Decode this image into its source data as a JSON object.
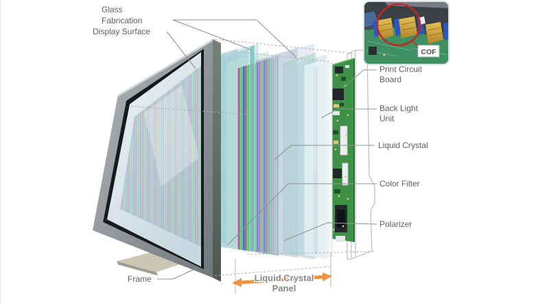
{
  "labels": {
    "glass_fabrication": {
      "line1": "Glass",
      "line2": "Fabrication"
    },
    "display_surface": "Display Surface",
    "frame": "Frame",
    "print_circuit_board": {
      "line1": "Print Circuit",
      "line2": "Board"
    },
    "back_light_unit": {
      "line1": "Back Light",
      "line2": "Unit"
    },
    "liquid_crystal": "Liquid Crystal",
    "color_filter": "Color Filter",
    "polarizer": "Polarizer"
  },
  "panel_span": {
    "line1": "Liquid Crystal",
    "line2": "Panel"
  },
  "inset": {
    "badge": "COF"
  },
  "colors": {
    "arrow_orange": "#ef9340",
    "annotation_red": "#c5271f",
    "label_gray": "#5b5f64",
    "stripe_green": "#3ed45e",
    "stripe_blue": "#4a52e0",
    "stripe_red": "#d84f62",
    "pcb_green": "#3f9148"
  }
}
